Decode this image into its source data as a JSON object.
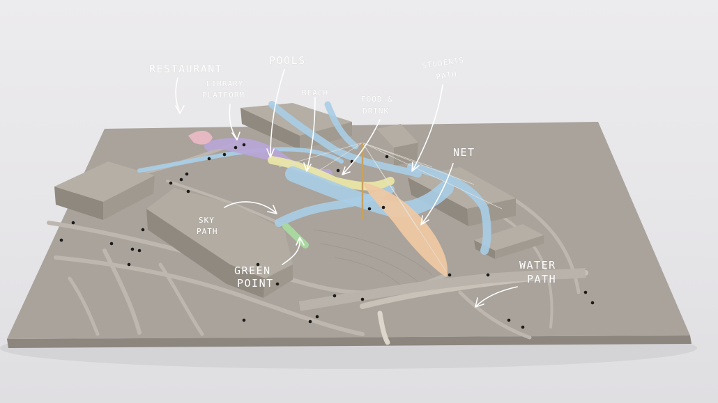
{
  "annotations": {
    "restaurant": "RESTAURANT",
    "library_line1": "LIBRARY",
    "library_line2": "PLATFORM",
    "pools": "POOLS",
    "beach": "BEACH",
    "food_line1": "FOOD &",
    "food_line2": "DRINK",
    "students_line1": "STUDENTS'",
    "students_line2": "PATH",
    "net": "NET",
    "sky_line1": "SKY",
    "sky_line2": "PATH",
    "green_line1": "GREEN",
    "green_line2": "POINT",
    "water_line1": "WATER",
    "water_line2": "PATH"
  },
  "colors": {
    "board": "#a9a39b",
    "board_edge": "#8f8980",
    "block_top": "#b2aca4",
    "block_side": "#8d877f",
    "path_blue": "#a9cde6",
    "path_purple": "#b9a6d9",
    "path_pink": "#e9b9c4",
    "path_yellow": "#e9e6a6",
    "path_green": "#a9d7a0",
    "net_peach": "#f0c9a3",
    "label": "#ffffff"
  }
}
